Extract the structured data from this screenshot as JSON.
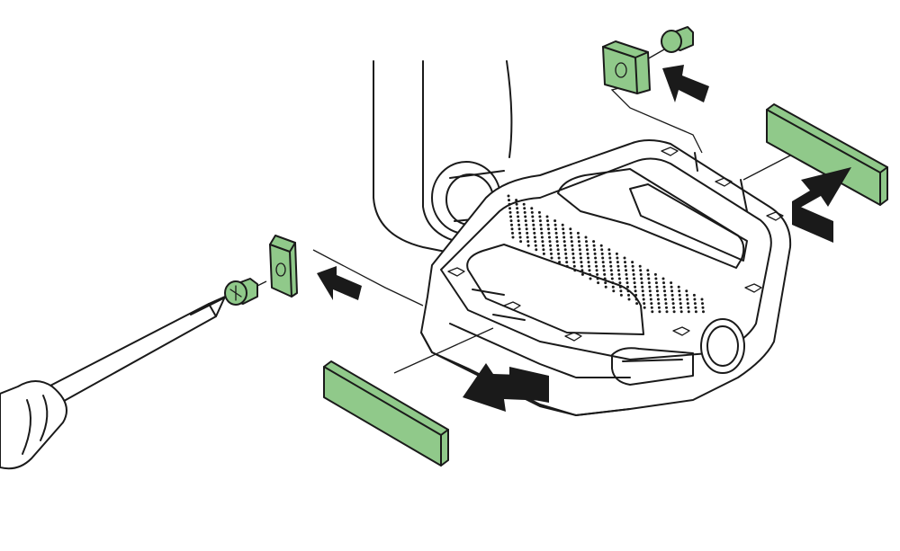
{
  "colors": {
    "line": "#1a1a1a",
    "highlight_fill": "#90c98a",
    "highlight_stroke": "#1a1a1a",
    "background": "#ffffff",
    "arrow": "#1a1a1a"
  },
  "parts": [
    {
      "name": "pedal-body",
      "highlighted": false
    },
    {
      "name": "reflector-front",
      "highlighted": true
    },
    {
      "name": "reflector-rear",
      "highlighted": true
    },
    {
      "name": "reflector-clip-left",
      "highlighted": true
    },
    {
      "name": "reflector-clip-top",
      "highlighted": true
    },
    {
      "name": "clip-screw-left",
      "highlighted": true
    },
    {
      "name": "clip-screw-top",
      "highlighted": true
    },
    {
      "name": "screwdriver",
      "highlighted": false
    }
  ],
  "icons": [
    "arrow-right-icon",
    "arrow-left-icon",
    "arrow-up-right-icon",
    "arrow-down-left-icon"
  ]
}
